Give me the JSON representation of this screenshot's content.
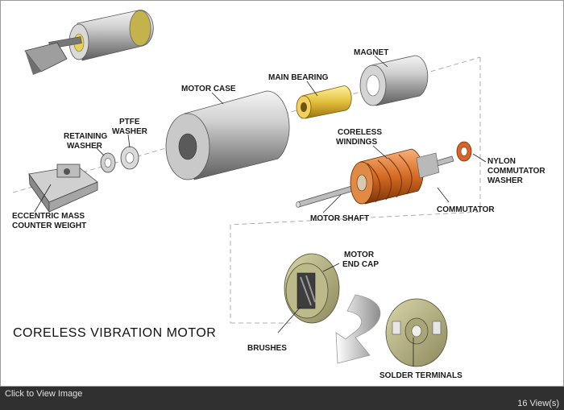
{
  "diagram": {
    "title": "CORELESS VIBRATION MOTOR",
    "labels": {
      "magnet": "MAGNET",
      "main_bearing": "MAIN BEARING",
      "motor_case": "MOTOR CASE",
      "ptfe_1": "PTFE",
      "ptfe_2": "WASHER",
      "retaining_1": "RETAINING",
      "retaining_2": "WASHER",
      "coreless_1": "CORELESS",
      "coreless_2": "WINDINGS",
      "nylon_1": "NYLON",
      "nylon_2": "COMMUTATOR",
      "nylon_3": "WASHER",
      "eccentric_1": "ECCENTRIC MASS",
      "eccentric_2": "COUNTER WEIGHT",
      "motor_shaft": "MOTOR SHAFT",
      "commutator": "COMMUTATOR",
      "end_cap_1": "MOTOR",
      "end_cap_2": "END CAP",
      "brushes": "BRUSHES",
      "solder_terminals": "SOLDER TERMINALS"
    }
  },
  "footer": {
    "link_text": "Click to View Image",
    "views": "16 View(s)"
  }
}
